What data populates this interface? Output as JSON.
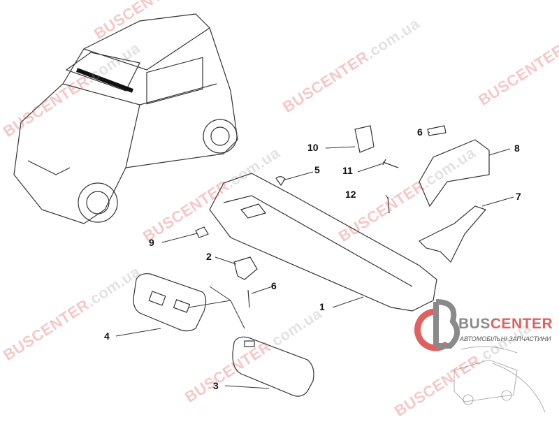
{
  "watermark": {
    "brand": "BUSCENTER",
    "suffix": ".com.ua"
  },
  "logo": {
    "brand_part1": "BUS",
    "brand_part2": "CENTER",
    "subtitle": "АВТОМОБІЛЬНІ ЗАПЧАСТИНИ"
  },
  "callouts": [
    {
      "label": "10"
    },
    {
      "label": "6"
    },
    {
      "label": "8"
    },
    {
      "label": "5"
    },
    {
      "label": "11"
    },
    {
      "label": "12"
    },
    {
      "label": "7"
    },
    {
      "label": "9"
    },
    {
      "label": "2"
    },
    {
      "label": "6"
    },
    {
      "label": "1"
    },
    {
      "label": "4"
    },
    {
      "label": "3"
    }
  ]
}
